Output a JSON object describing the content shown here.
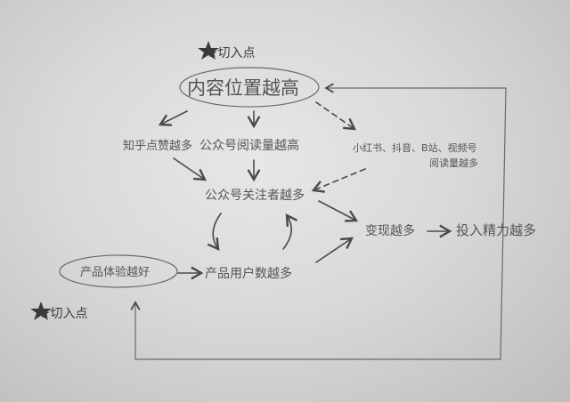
{
  "nodes": {
    "top": "内容位置越高",
    "zhihu": "知乎点赞越多",
    "gzh_read": "公众号阅读量越高",
    "xhs": "小红书、抖音、B站、视频号",
    "xhs_line2": "阅读量越多",
    "gzh_follow": "公众号关注者越多",
    "monetize": "变现越多",
    "invest": "投入精力越多",
    "product_exp": "产品体验越好",
    "product_users": "产品用户数越多"
  },
  "markers": {
    "entry_top": "★切入点",
    "entry_bottom": "★切入点"
  }
}
